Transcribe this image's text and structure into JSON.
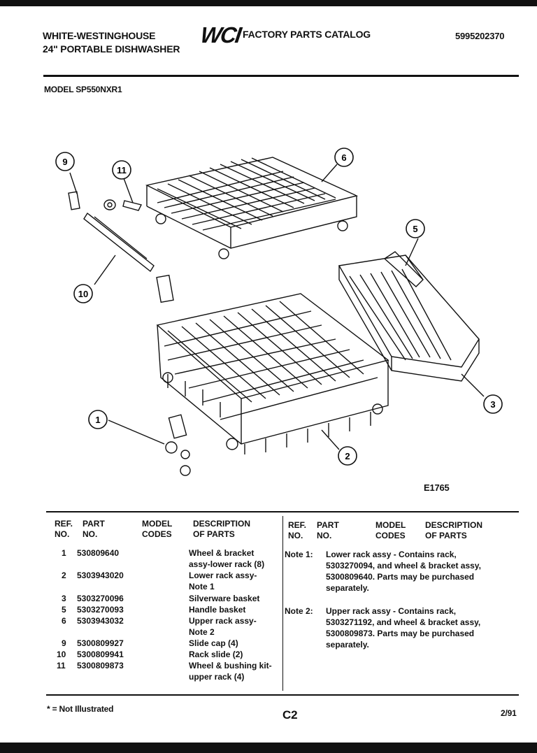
{
  "header": {
    "brand_line1": "WHITE-WESTINGHOUSE",
    "brand_line2": "24\" PORTABLE DISHWASHER",
    "logo": "WCI",
    "catalog_title": "FACTORY PARTS CATALOG",
    "catalog_number": "5995202370",
    "model": "MODEL SP550NXR1"
  },
  "diagram": {
    "figure_id": "E1765",
    "callouts": [
      "9",
      "11",
      "6",
      "5",
      "10",
      "3",
      "1",
      "2"
    ],
    "parts_shown": [
      "slide cap",
      "wheel and bushing kit",
      "upper rack",
      "silverware basket",
      "rack slide",
      "lower rack",
      "wheel and bracket",
      "handle basket"
    ]
  },
  "table": {
    "left_headers": [
      {
        "line1": "REF.",
        "line2": "NO."
      },
      {
        "line1": "PART",
        "line2": "NO."
      },
      {
        "line1": "MODEL",
        "line2": "CODES"
      },
      {
        "line1": "DESCRIPTION",
        "line2": "OF PARTS"
      }
    ],
    "right_headers": [
      {
        "line1": "REF.",
        "line2": "NO."
      },
      {
        "line1": "PART",
        "line2": "NO."
      },
      {
        "line1": "MODEL",
        "line2": "CODES"
      },
      {
        "line1": "DESCRIPTION",
        "line2": "OF PARTS"
      }
    ],
    "rows": [
      {
        "ref": "1",
        "part": "530809640",
        "desc1": "Wheel & bracket",
        "desc2": "assy-lower rack (8)"
      },
      {
        "ref": "2",
        "part": "5303943020",
        "desc1": "Lower rack assy-",
        "desc2": "Note 1"
      },
      {
        "ref": "3",
        "part": "5303270096",
        "desc1": "Silverware basket",
        "desc2": ""
      },
      {
        "ref": "5",
        "part": "5303270093",
        "desc1": "Handle basket",
        "desc2": ""
      },
      {
        "ref": "6",
        "part": "5303943032",
        "desc1": "Upper rack assy-",
        "desc2": "Note 2"
      },
      {
        "ref": "9",
        "part": "5300809927",
        "desc1": "Slide cap (4)",
        "desc2": ""
      },
      {
        "ref": "10",
        "part": "5300809941",
        "desc1": "Rack slide (2)",
        "desc2": ""
      },
      {
        "ref": "11",
        "part": "5300809873",
        "desc1": "Wheel & bushing kit-",
        "desc2": "upper rack (4)"
      }
    ],
    "notes": [
      {
        "label": "Note 1:",
        "lines": [
          "Lower rack assy - Contains rack,",
          "5303270094, and wheel & bracket assy,",
          "5300809640.  Parts may be purchased",
          "separately."
        ]
      },
      {
        "label": "Note 2:",
        "lines": [
          "Upper rack assy - Contains rack,",
          "5303271192, and wheel & bracket assy,",
          "5300809873.  Parts may be purchased",
          "separately."
        ]
      }
    ]
  },
  "footer": {
    "not_illustrated": "* = Not Illustrated",
    "page": "C2",
    "date": "2/91"
  }
}
